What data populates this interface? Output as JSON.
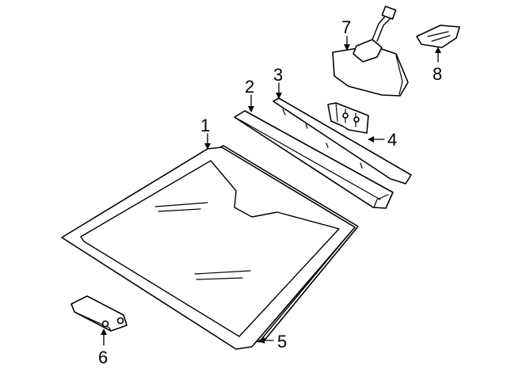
{
  "diagram": {
    "callouts": [
      {
        "id": "1",
        "label": "1"
      },
      {
        "id": "2",
        "label": "2"
      },
      {
        "id": "3",
        "label": "3"
      },
      {
        "id": "4",
        "label": "4"
      },
      {
        "id": "5",
        "label": "5"
      },
      {
        "id": "6",
        "label": "6"
      },
      {
        "id": "7",
        "label": "7"
      },
      {
        "id": "8",
        "label": "8"
      }
    ],
    "parts": [
      {
        "callout": "1",
        "icon": "windshield-glass-icon"
      },
      {
        "callout": "2",
        "icon": "upper-reveal-molding-icon"
      },
      {
        "callout": "3",
        "icon": "header-panel-strip-icon"
      },
      {
        "callout": "4",
        "icon": "mirror-bracket-icon"
      },
      {
        "callout": "5",
        "icon": "windshield-seal-icon"
      },
      {
        "callout": "6",
        "icon": "lower-stop-block-icon"
      },
      {
        "callout": "7",
        "icon": "rear-view-mirror-icon"
      },
      {
        "callout": "8",
        "icon": "mirror-mount-icon"
      }
    ],
    "colors": {
      "line": "#000000",
      "background": "#ffffff"
    }
  }
}
